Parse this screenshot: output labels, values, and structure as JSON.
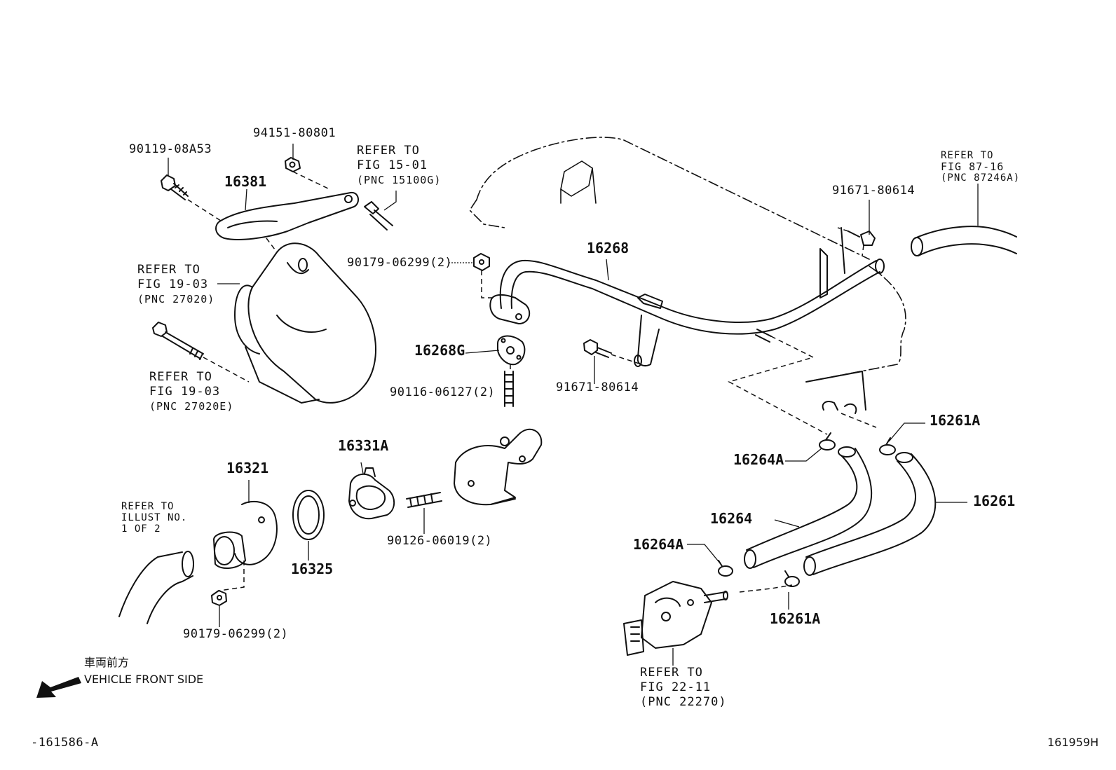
{
  "parts": {
    "p_90119_08A53": "90119-08A53",
    "p_94151_80801": "94151-80801",
    "p_16381": "16381",
    "p_90179_06299_top": "90179-06299(2)",
    "p_16268": "16268",
    "p_91671_80614_top": "91671-80614",
    "p_16268G": "16268G",
    "p_90116_06127": "90116-06127(2)",
    "p_91671_80614_mid": "91671-80614",
    "p_16261A_top": "16261A",
    "p_16264A_top": "16264A",
    "p_16331A": "16331A",
    "p_16321": "16321",
    "p_90126_06019": "90126-06019(2)",
    "p_16264": "16264",
    "p_16261": "16261",
    "p_16325": "16325",
    "p_16264A_bottom": "16264A",
    "p_16261A_bottom": "16261A",
    "p_90179_06299_bottom": "90179-06299(2)"
  },
  "refs": {
    "r_fig1501": [
      "REFER TO",
      "FIG 15-01",
      "(PNC 15100G)"
    ],
    "r_fig1903a": [
      "REFER TO",
      "FIG 19-03",
      "(PNC 27020)"
    ],
    "r_fig1903b": [
      "REFER TO",
      "FIG 19-03",
      "(PNC 27020E)"
    ],
    "r_fig8716": [
      "REFER TO",
      "FIG 87-16",
      "(PNC 87246A)"
    ],
    "r_illust": [
      "REFER TO",
      "ILLUST NO.",
      "1 OF 2"
    ],
    "r_fig2211": [
      "REFER TO",
      "FIG 22-11",
      "(PNC 22270)"
    ]
  },
  "front": {
    "japanese": "車両前方",
    "english": "VEHICLE FRONT SIDE"
  },
  "codes": {
    "left": "-161586-A",
    "right": "161959H"
  }
}
